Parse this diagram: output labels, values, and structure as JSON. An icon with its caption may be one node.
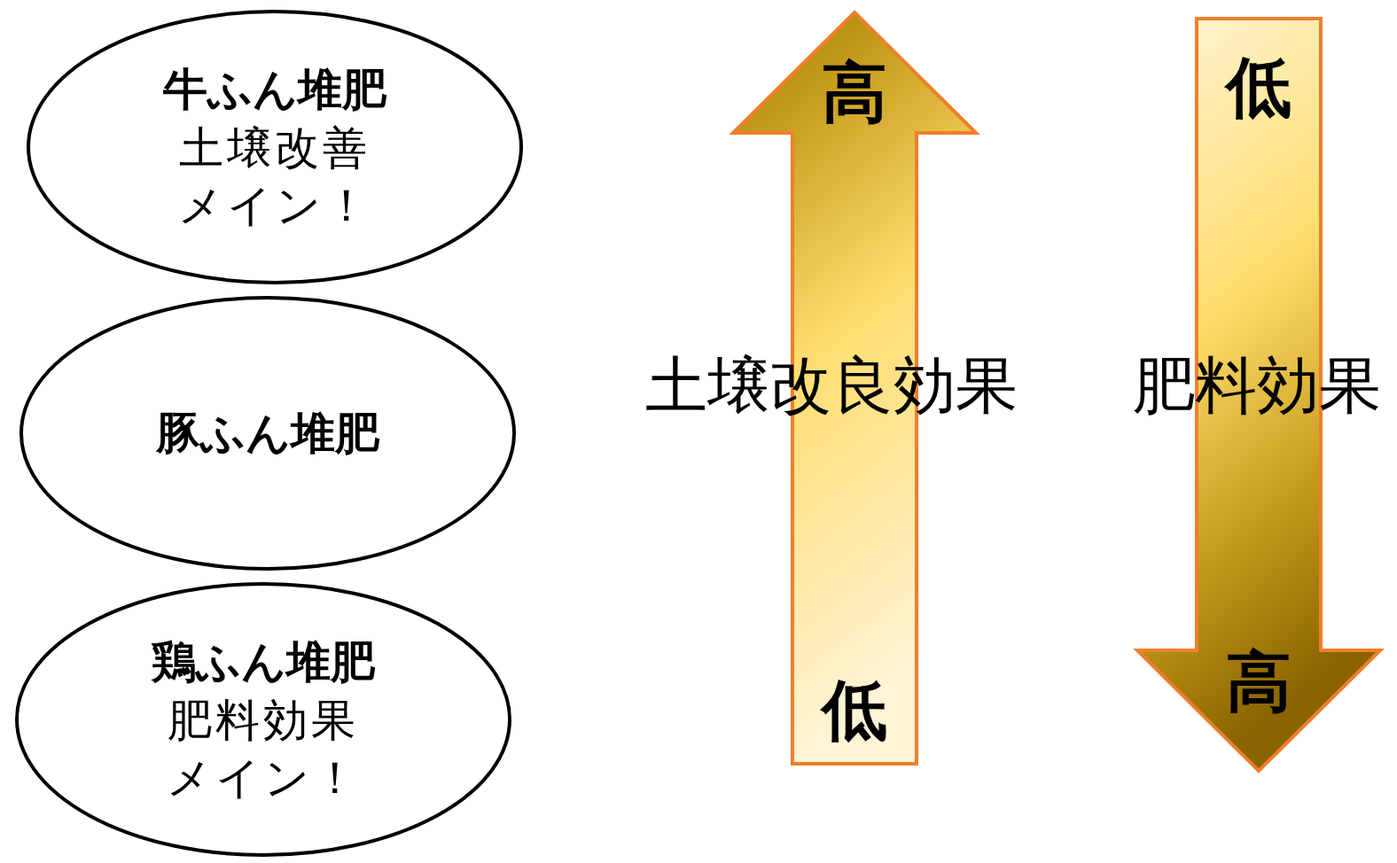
{
  "diagram": {
    "nodes": [
      {
        "text": [
          "牛ふん堆肥",
          "土壌改善メイン！"
        ]
      },
      {
        "text": [
          "豚ふん堆肥"
        ]
      },
      {
        "text": [
          "鶏ふん堆肥",
          "肥料効果メイン！"
        ]
      },
      {
        "text": [
          "高",
          "土壌改良効果",
          "低"
        ]
      },
      {
        "text": [
          "低",
          "肥料効果",
          "高"
        ]
      }
    ]
  }
}
